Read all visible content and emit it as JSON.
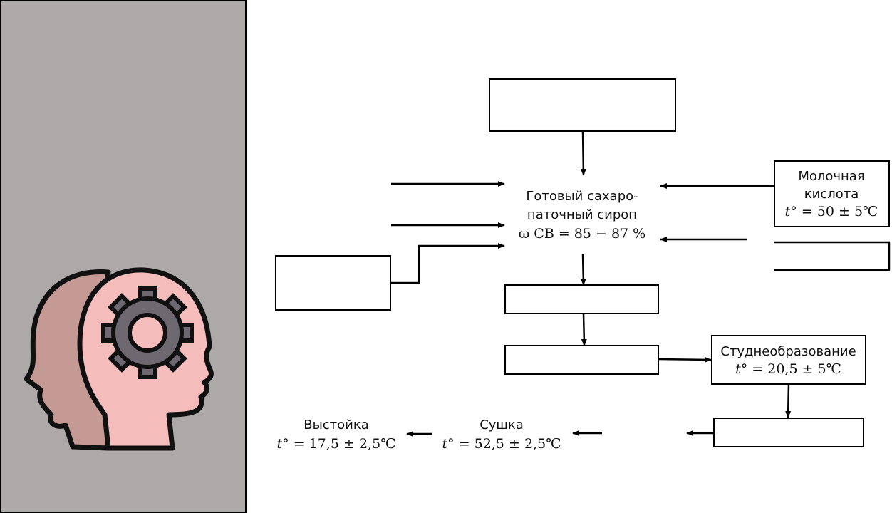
{
  "illustration": {
    "name": "head-with-gear",
    "colors": {
      "panel": "#ada9a8",
      "head_back": "#c59a95",
      "head_front": "#f5bcbc",
      "gear": "#6e6870"
    }
  },
  "nodes": {
    "syrup": {
      "line1": "Готовый сахаро-",
      "line2": "паточный сироп",
      "formula": "ω СВ = 85 − 87 %"
    },
    "lactic_acid": {
      "line1": "Молочная",
      "line2": "кислота",
      "formula_var": "t",
      "formula_rest": "° = 50 ± 5℃"
    },
    "gelation": {
      "line1": "Студнеобразование",
      "formula_var": "t",
      "formula_rest": "° = 20,5 ± 5℃"
    },
    "drying": {
      "line1": "Сушка",
      "formula_var": "t",
      "formula_rest": "° = 52,5 ± 2,5℃"
    },
    "standing": {
      "line1": "Выстойка",
      "formula_var": "t",
      "formula_rest": "° = 17,5 ± 2,5℃"
    }
  }
}
